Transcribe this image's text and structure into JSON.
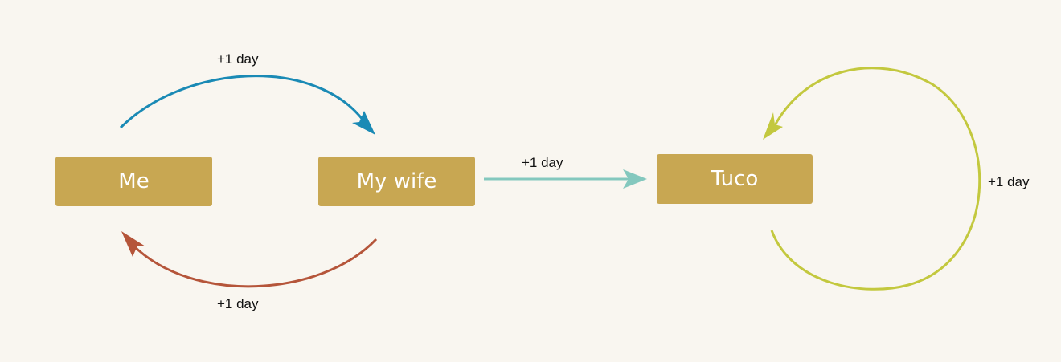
{
  "nodes": {
    "me": "Me",
    "wife": "My wife",
    "tuco": "Tuco"
  },
  "edges": {
    "me_to_wife": {
      "label": "+1 day",
      "color": "#1a8ab5"
    },
    "wife_to_me": {
      "label": "+1 day",
      "color": "#b5553a"
    },
    "wife_to_tuco": {
      "label": "+1 day",
      "color": "#84c8be"
    },
    "tuco_self": {
      "label": "+1 day",
      "color": "#c3c83e"
    }
  },
  "colors": {
    "background": "#f9f6f0",
    "node_fill": "#c8a752",
    "node_text": "#ffffff"
  }
}
